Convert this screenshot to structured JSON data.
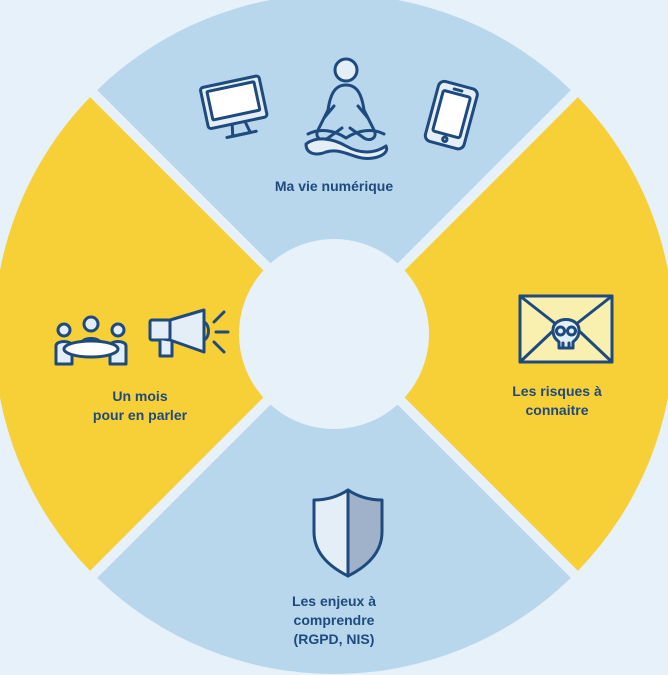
{
  "colors": {
    "background": "#e6f1fa",
    "blue_segment": "#b8d7ec",
    "yellow_segment": "#f7cf37",
    "center": "#e6f1fa",
    "icon_stroke": "#1e4a7e",
    "icon_fill_light": "#e3eef7",
    "envelope_fill": "#f9f0b0",
    "shield_dark": "#9fb2c9",
    "label_text": "#1e4a7e"
  },
  "segments": {
    "top": {
      "label_lines": [
        "Ma vie numérique"
      ],
      "icons": [
        "monitor-icon",
        "meditation-person-icon",
        "tablet-icon"
      ]
    },
    "right": {
      "label_lines": [
        "Les risques à",
        "connaitre"
      ],
      "icons": [
        "skull-envelope-icon"
      ]
    },
    "bottom": {
      "label_lines": [
        "Les enjeux à",
        "comprendre",
        "(RGPD, NIS)"
      ],
      "icons": [
        "shield-icon"
      ]
    },
    "left": {
      "label_lines": [
        "Un mois",
        "pour en parler"
      ],
      "icons": [
        "meeting-people-icon",
        "megaphone-icon"
      ]
    }
  }
}
